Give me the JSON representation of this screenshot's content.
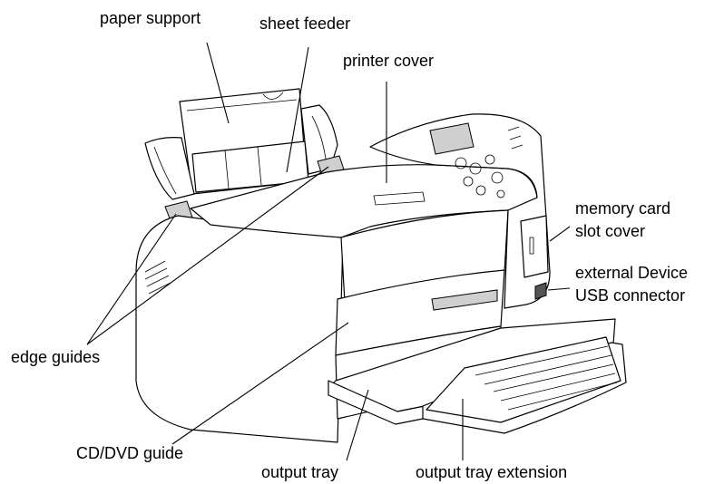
{
  "callouts": {
    "paper_support": "paper support",
    "sheet_feeder": "sheet feeder",
    "printer_cover": "printer cover",
    "memory_card_slot_cover_line1": "memory card",
    "memory_card_slot_cover_line2": "slot cover",
    "external_device_usb_line1": "external Device",
    "external_device_usb_line2": "USB connector",
    "edge_guides": "edge guides",
    "cd_dvd_guide": "CD/DVD guide",
    "output_tray": "output tray",
    "output_tray_extension": "output tray extension"
  }
}
